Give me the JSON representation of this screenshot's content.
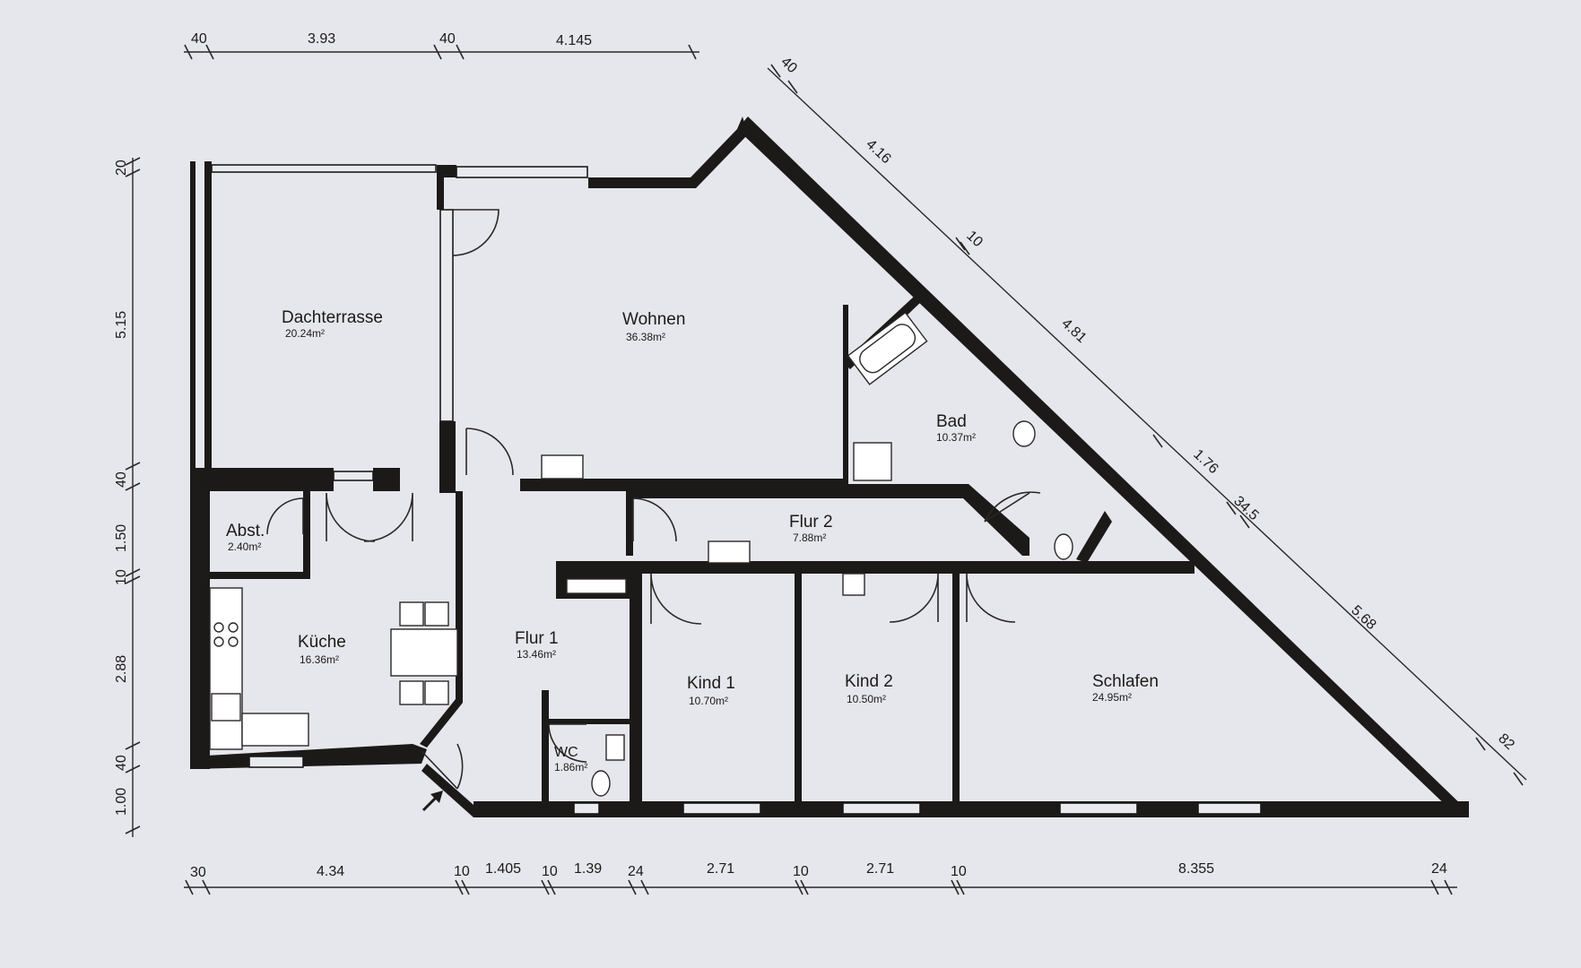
{
  "rooms": {
    "dachterrasse": {
      "name": "Dachterrasse",
      "area": "20.24m²"
    },
    "wohnen": {
      "name": "Wohnen",
      "area": "36.38m²"
    },
    "bad": {
      "name": "Bad",
      "area": "10.37m²"
    },
    "abst": {
      "name": "Abst.",
      "area": "2.40m²"
    },
    "flur2": {
      "name": "Flur 2",
      "area": "7.88m²"
    },
    "kueche": {
      "name": "Küche",
      "area": "16.36m²"
    },
    "flur1": {
      "name": "Flur 1",
      "area": "13.46m²"
    },
    "kind1": {
      "name": "Kind 1",
      "area": "10.70m²"
    },
    "kind2": {
      "name": "Kind 2",
      "area": "10.50m²"
    },
    "schlafen": {
      "name": "Schlafen",
      "area": "24.95m²"
    },
    "wc": {
      "name": "WC",
      "area": "1.86m²"
    }
  },
  "dimensions": {
    "top": [
      "40",
      "3.93",
      "40",
      "4.145"
    ],
    "left": [
      "20",
      "5.15",
      "40",
      "1.50",
      "10",
      "2.88",
      "40",
      "1.00"
    ],
    "bottom": [
      "30",
      "4.34",
      "10",
      "1.405",
      "10",
      "1.39",
      "24",
      "2.71",
      "10",
      "2.71",
      "10",
      "8.355",
      "24"
    ],
    "diagonal": [
      "40",
      "4.16",
      "10",
      "4.81",
      "1.76",
      "34.5",
      "5.68",
      "82"
    ]
  }
}
